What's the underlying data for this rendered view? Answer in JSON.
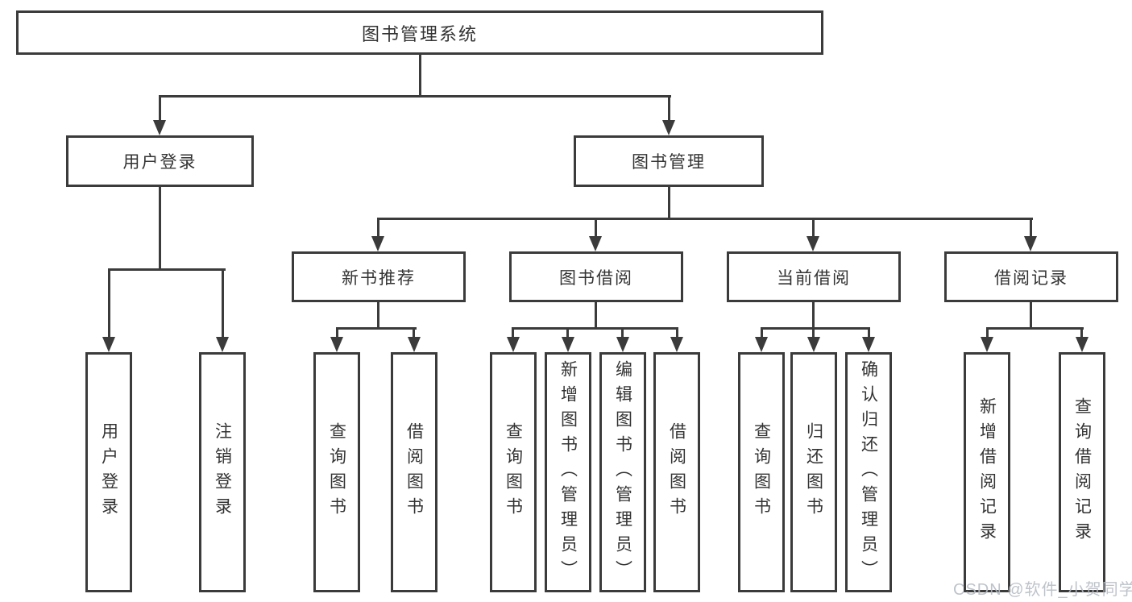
{
  "tree": {
    "root": "图书管理系统",
    "children": [
      {
        "label": "用户登录",
        "children": [
          "用户登录",
          "注销登录"
        ]
      },
      {
        "label": "图书管理",
        "children": [
          {
            "label": "新书推荐",
            "children": [
              "查询图书",
              "借阅图书"
            ]
          },
          {
            "label": "图书借阅",
            "children": [
              "查询图书",
              "新增图书（管理员）",
              "编辑图书（管理员）",
              "借阅图书"
            ]
          },
          {
            "label": "当前借阅",
            "children": [
              "查询图书",
              "归还图书",
              "确认归还（管理员）"
            ]
          },
          {
            "label": "借阅记录",
            "children": [
              "新增借阅记录",
              "查询借阅记录"
            ]
          }
        ]
      }
    ]
  },
  "watermark": {
    "text": "CSDN @软件_小贺同学"
  },
  "colors": {
    "line": "#3b3b3b",
    "text": "#333333",
    "watermark": "#b7bdc5",
    "background": "#ffffff"
  }
}
